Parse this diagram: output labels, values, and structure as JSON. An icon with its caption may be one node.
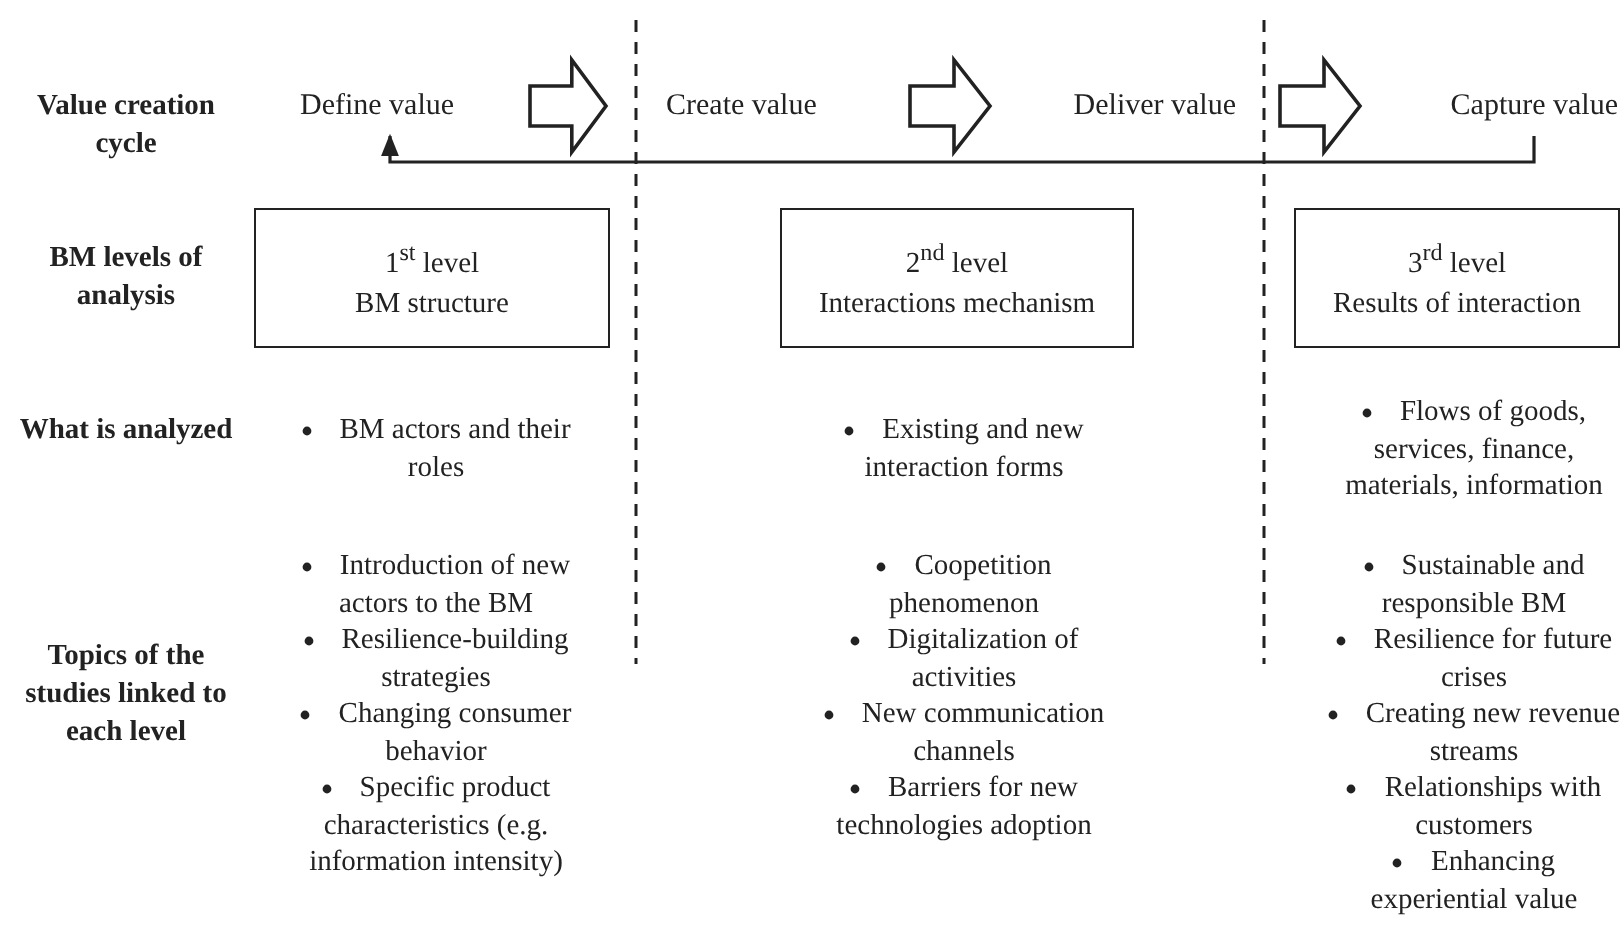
{
  "diagram": {
    "nodes": [
      {
        "text": [
          "Define value"
        ]
      },
      {
        "text": [
          "Create value"
        ]
      },
      {
        "text": [
          "Deliver value"
        ]
      },
      {
        "text": [
          "Capture value"
        ]
      },
      {
        "text": [
          "1$^{st}$ level",
          "BM structure"
        ]
      },
      {
        "text": [
          "2$^{nd}$ level",
          "Interactions mechanism"
        ]
      },
      {
        "text": [
          "3$^{rd}$ level",
          "Results of interaction"
        ]
      }
    ],
    "edges": [
      {
        "from": 0,
        "to": 1,
        "arrow": "to",
        "style": "thick"
      },
      {
        "from": 1,
        "to": 2,
        "arrow": "to",
        "style": "thick"
      },
      {
        "from": 2,
        "to": 3,
        "arrow": "to",
        "style": "thick"
      },
      {
        "from": 3,
        "to": 0,
        "arrow": "to"
      }
    ],
    "labels": [
      "Value creation cycle",
      "BM levels of analysis",
      "What is analyzed",
      "BM actors and their roles",
      "Existing and new interaction forms",
      "Flows of goods, services, finance, materials, information",
      "Topics of the studies linked to each level",
      "Introduction of new actors to the BM",
      "Resilience-building strategies",
      "Changing consumer behavior",
      "Specific product characteristics (e.g. information intensity)",
      "Coopetition phenomenon",
      "Digitalization of activities",
      "New communication channels",
      "Barriers for new technologies adoption",
      "Sustainable and responsible BM",
      "Resilience for future crises",
      "Creating new revenue streams",
      "Relationships with customers",
      "Enhancing experiential value"
    ]
  }
}
